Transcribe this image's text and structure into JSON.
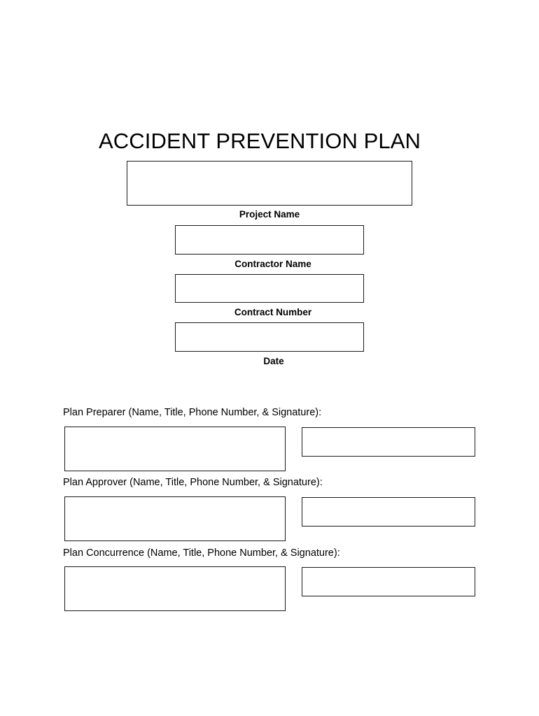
{
  "document": {
    "title": "ACCIDENT PREVENTION PLAN"
  },
  "header_fields": [
    {
      "caption": "Project Name",
      "value": "",
      "field_name": "project-name"
    },
    {
      "caption": "Contractor Name",
      "value": "",
      "field_name": "contractor-name"
    },
    {
      "caption": "Contract Number",
      "value": "",
      "field_name": "contract-number"
    },
    {
      "caption": "Date",
      "value": "",
      "field_name": "date"
    }
  ],
  "signature_sections": [
    {
      "label": "Plan Preparer (Name, Title, Phone Number, & Signature):",
      "field_name": "plan-preparer",
      "left_value": "",
      "right_value": ""
    },
    {
      "label": "Plan Approver (Name, Title, Phone Number, & Signature):",
      "field_name": "plan-approver",
      "left_value": "",
      "right_value": ""
    },
    {
      "label": "Plan Concurrence (Name, Title, Phone Number, & Signature):",
      "field_name": "plan-concurrence",
      "left_value": "",
      "right_value": ""
    }
  ],
  "colors": {
    "page_background": "#ffffff",
    "text": "#000000",
    "box_border": "#1a1a1a"
  }
}
